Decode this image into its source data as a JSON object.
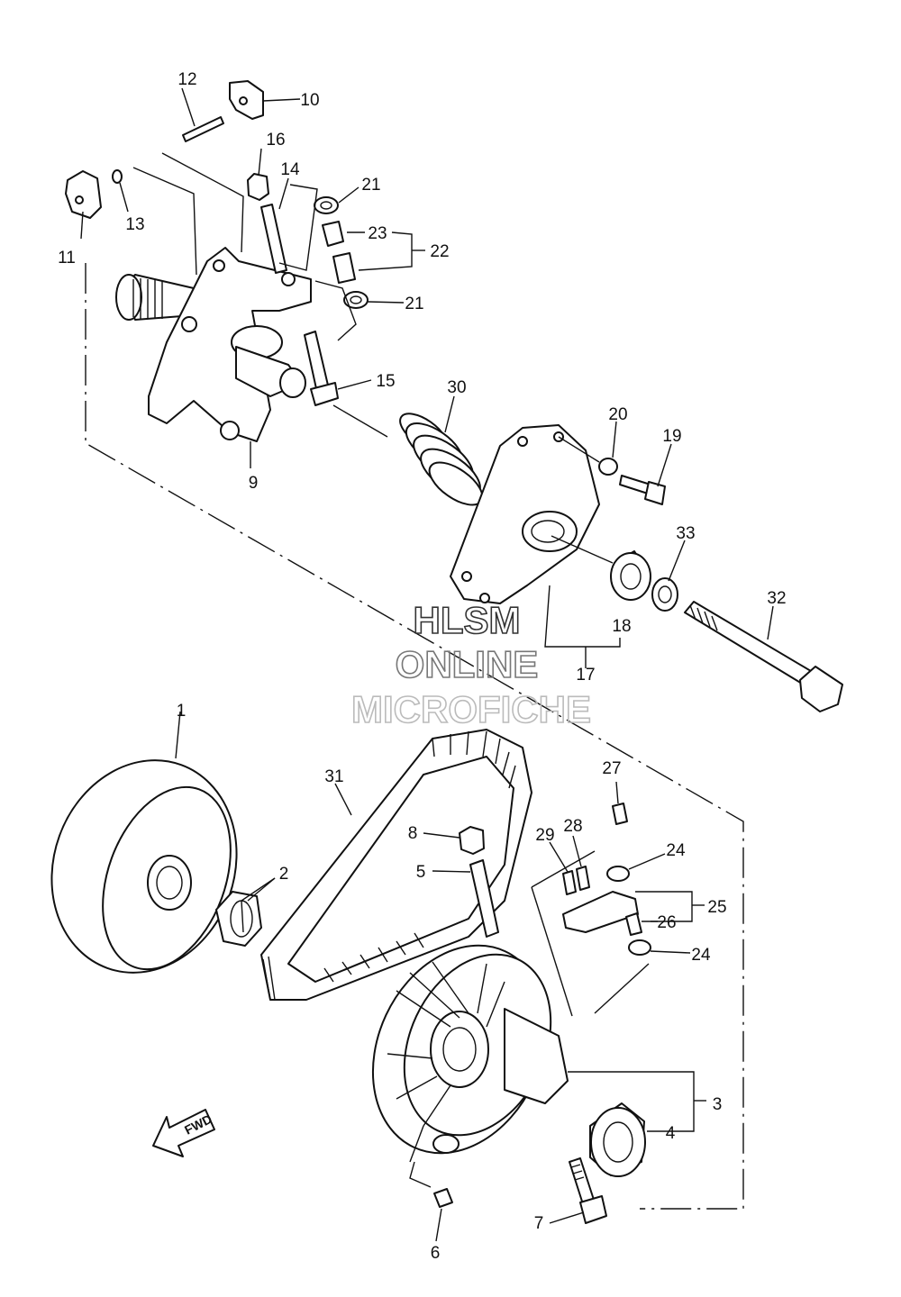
{
  "diagram": {
    "watermark": {
      "line1": "HLSM",
      "line2": "ONLINE",
      "line3": "MICROFICHE"
    },
    "fwd_label": "FWD",
    "callouts": [
      "1",
      "2",
      "3",
      "4",
      "5",
      "6",
      "7",
      "8",
      "9",
      "10",
      "11",
      "12",
      "13",
      "14",
      "15",
      "16",
      "17",
      "18",
      "19",
      "20",
      "21",
      "21",
      "22",
      "23",
      "24",
      "24",
      "25",
      "26",
      "27",
      "28",
      "29",
      "30",
      "31",
      "32",
      "33"
    ]
  }
}
